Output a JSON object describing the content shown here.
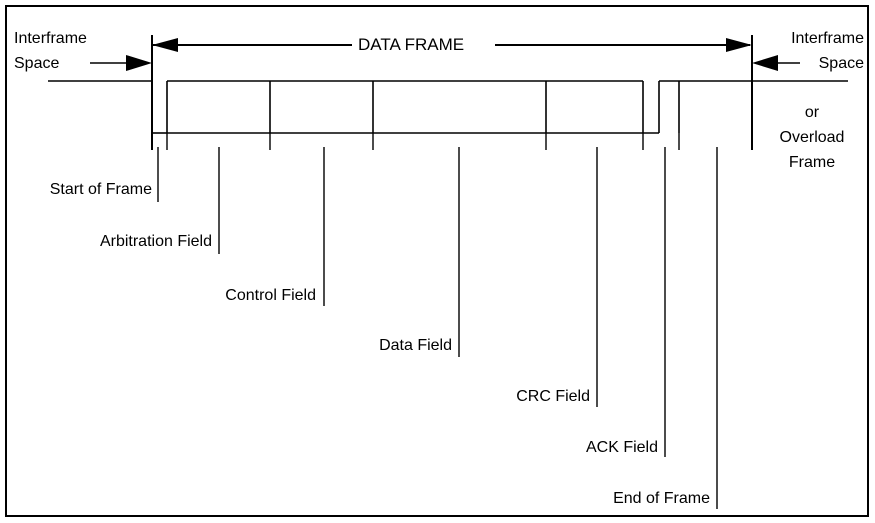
{
  "diagram": {
    "title_arrow_label": "DATA FRAME",
    "left_block": {
      "line1": "Interframe",
      "line2": "Space"
    },
    "right_block": {
      "line1": "Interframe",
      "line2": "Space",
      "line3": "or",
      "line4": "Overload",
      "line5": "Frame"
    },
    "field_labels": [
      {
        "id": "start-of-frame",
        "text": "Start of Frame"
      },
      {
        "id": "arbitration-field",
        "text": "Arbitration Field"
      },
      {
        "id": "control-field",
        "text": "Control Field"
      },
      {
        "id": "data-field",
        "text": "Data Field"
      },
      {
        "id": "crc-field",
        "text": "CRC Field"
      },
      {
        "id": "ack-field",
        "text": "ACK Field"
      },
      {
        "id": "end-of-frame",
        "text": "End of Frame"
      }
    ],
    "colors": {
      "line": "#000000",
      "background": "#ffffff",
      "text": "#000000"
    }
  }
}
